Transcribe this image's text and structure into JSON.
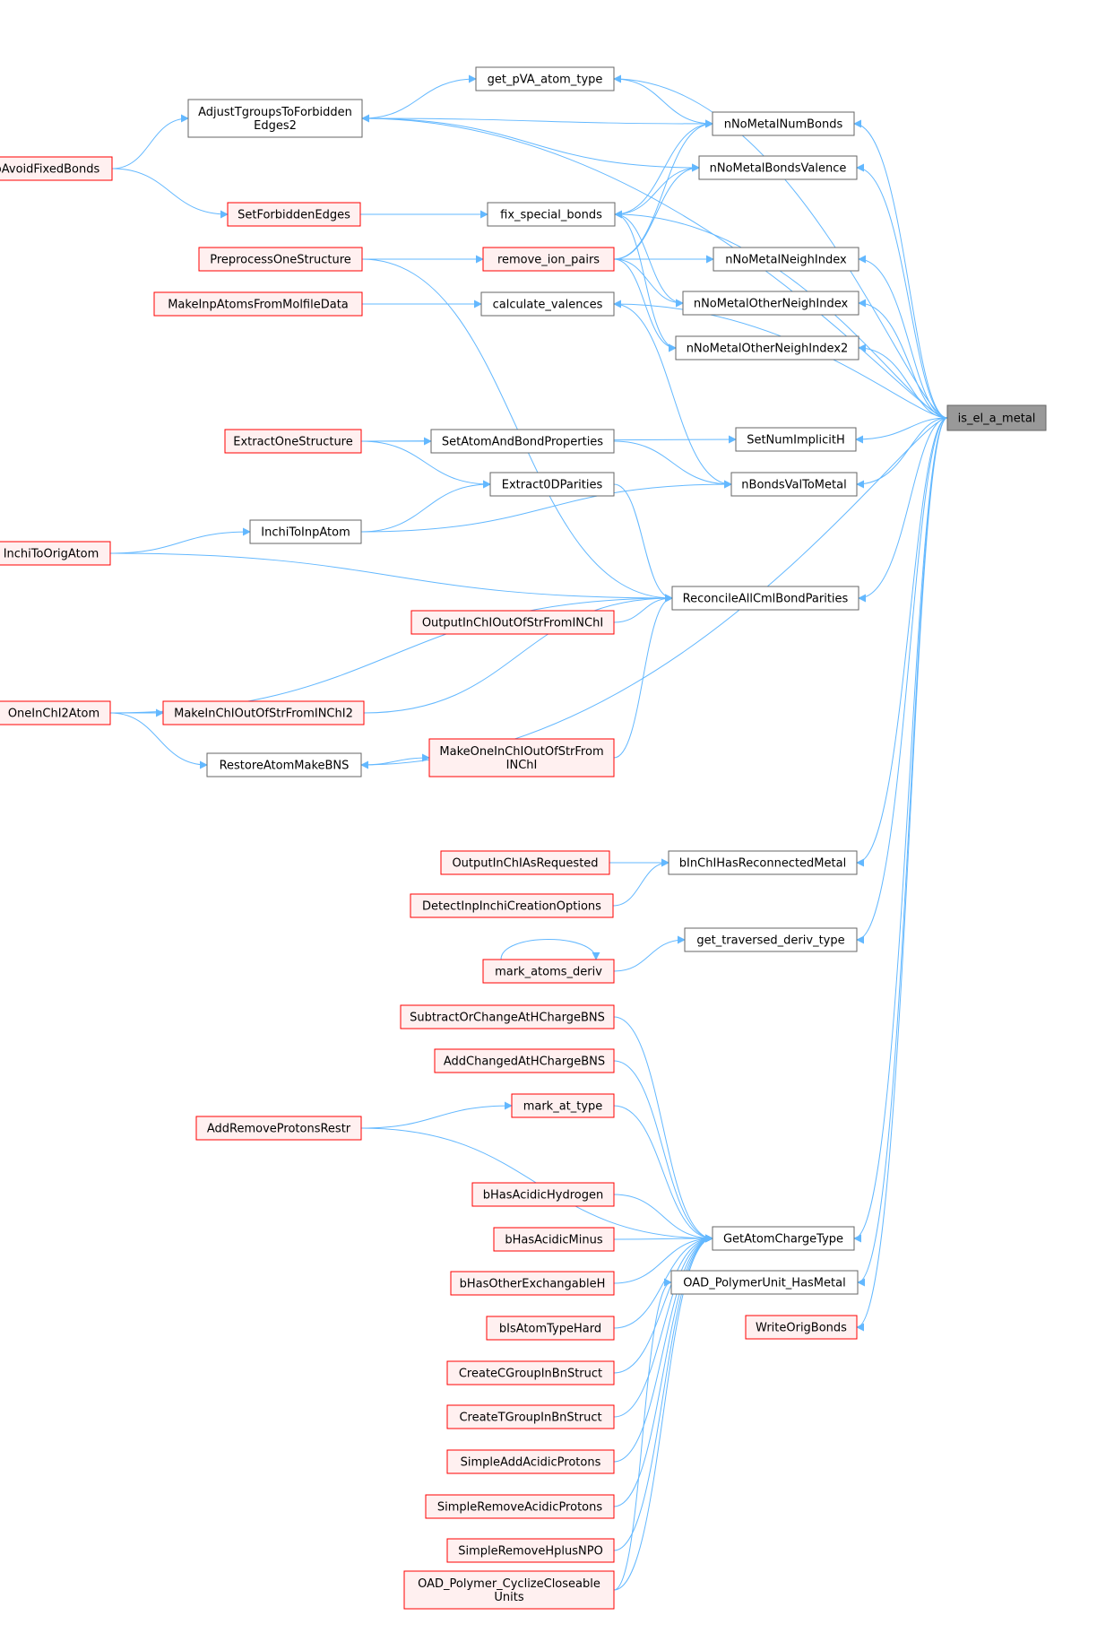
{
  "colors": {
    "edge": "#63b8ff",
    "default_fill": "#ffffff",
    "default_stroke": "#666666",
    "truncated_fill": "#fff0f0",
    "truncated_stroke": "#ff0000",
    "target_fill": "#999999",
    "target_stroke": "#666666"
  },
  "nodes": [
    {
      "id": "target",
      "lines": [
        "is_el_a_metal"
      ],
      "style": "target"
    },
    {
      "id": "n_get_pVA",
      "lines": [
        "get_pVA_atom_type"
      ],
      "style": "default"
    },
    {
      "id": "n_adjust",
      "lines": [
        "AdjustTgroupsToForbidden",
        "Edges2"
      ],
      "style": "default"
    },
    {
      "id": "n_movemobile",
      "lines": [
        "MoveMobileHToAvoidFixedBonds"
      ],
      "style": "truncated"
    },
    {
      "id": "n_nonmetalnum",
      "lines": [
        "nNoMetalNumBonds"
      ],
      "style": "default"
    },
    {
      "id": "n_nonmetalval",
      "lines": [
        "nNoMetalBondsValence"
      ],
      "style": "default"
    },
    {
      "id": "n_fixspecial",
      "lines": [
        "fix_special_bonds"
      ],
      "style": "default"
    },
    {
      "id": "n_setforbidden",
      "lines": [
        "SetForbiddenEdges"
      ],
      "style": "truncated"
    },
    {
      "id": "n_removeion",
      "lines": [
        "remove_ion_pairs"
      ],
      "style": "truncated"
    },
    {
      "id": "n_preprocess",
      "lines": [
        "PreprocessOneStructure"
      ],
      "style": "truncated"
    },
    {
      "id": "n_nonmetalneigh",
      "lines": [
        "nNoMetalNeighIndex"
      ],
      "style": "default"
    },
    {
      "id": "n_nonmetalother",
      "lines": [
        "nNoMetalOtherNeighIndex"
      ],
      "style": "default"
    },
    {
      "id": "n_nonmetalother2",
      "lines": [
        "nNoMetalOtherNeighIndex2"
      ],
      "style": "default"
    },
    {
      "id": "n_calcval",
      "lines": [
        "calculate_valences"
      ],
      "style": "default"
    },
    {
      "id": "n_makeinp",
      "lines": [
        "MakeInpAtomsFromMolfileData"
      ],
      "style": "truncated"
    },
    {
      "id": "n_setnumimpl",
      "lines": [
        "SetNumImplicitH"
      ],
      "style": "default"
    },
    {
      "id": "n_extractone",
      "lines": [
        "ExtractOneStructure"
      ],
      "style": "truncated"
    },
    {
      "id": "n_setatombond",
      "lines": [
        "SetAtomAndBondProperties"
      ],
      "style": "default"
    },
    {
      "id": "n_nbondsval",
      "lines": [
        "nBondsValToMetal"
      ],
      "style": "default"
    },
    {
      "id": "n_extract0d",
      "lines": [
        "Extract0DParities"
      ],
      "style": "default"
    },
    {
      "id": "n_inchitoinp",
      "lines": [
        "InchiToInpAtom"
      ],
      "style": "default"
    },
    {
      "id": "n_inchitoorig",
      "lines": [
        "InchiToOrigAtom"
      ],
      "style": "truncated"
    },
    {
      "id": "n_reconcile",
      "lines": [
        "ReconcileAllCmlBondParities"
      ],
      "style": "default"
    },
    {
      "id": "n_outputinchiout",
      "lines": [
        "OutputInChIOutOfStrFromINChI"
      ],
      "style": "truncated"
    },
    {
      "id": "n_oneinchi2atom",
      "lines": [
        "OneInChI2Atom"
      ],
      "style": "truncated"
    },
    {
      "id": "n_makeinchiout2",
      "lines": [
        "MakeInChIOutOfStrFromINChI2"
      ],
      "style": "truncated"
    },
    {
      "id": "n_restoreatom",
      "lines": [
        "RestoreAtomMakeBNS"
      ],
      "style": "default"
    },
    {
      "id": "n_makeoneinchi",
      "lines": [
        "MakeOneInChIOutOfStrFrom",
        "INChI"
      ],
      "style": "truncated"
    },
    {
      "id": "n_binchihas",
      "lines": [
        "bInChIHasReconnectedMetal"
      ],
      "style": "default"
    },
    {
      "id": "n_outputinchias",
      "lines": [
        "OutputInChIAsRequested"
      ],
      "style": "truncated"
    },
    {
      "id": "n_detectinp",
      "lines": [
        "DetectInpInchiCreationOptions"
      ],
      "style": "truncated"
    },
    {
      "id": "n_gettraversed",
      "lines": [
        "get_traversed_deriv_type"
      ],
      "style": "default"
    },
    {
      "id": "n_markatoms",
      "lines": [
        "mark_atoms_deriv"
      ],
      "style": "truncated"
    },
    {
      "id": "n_subtract",
      "lines": [
        "SubtractOrChangeAtHChargeBNS"
      ],
      "style": "truncated"
    },
    {
      "id": "n_addchanged",
      "lines": [
        "AddChangedAtHChargeBNS"
      ],
      "style": "truncated"
    },
    {
      "id": "n_markattype",
      "lines": [
        "mark_at_type"
      ],
      "style": "truncated"
    },
    {
      "id": "n_addremove",
      "lines": [
        "AddRemoveProtonsRestr"
      ],
      "style": "truncated"
    },
    {
      "id": "n_bhasacidich",
      "lines": [
        "bHasAcidicHydrogen"
      ],
      "style": "truncated"
    },
    {
      "id": "n_bhasacidicm",
      "lines": [
        "bHasAcidicMinus"
      ],
      "style": "truncated"
    },
    {
      "id": "n_getatomcharge",
      "lines": [
        "GetAtomChargeType"
      ],
      "style": "default"
    },
    {
      "id": "n_bhasother",
      "lines": [
        "bHasOtherExchangableH"
      ],
      "style": "truncated"
    },
    {
      "id": "n_oadpolyhas",
      "lines": [
        "OAD_PolymerUnit_HasMetal"
      ],
      "style": "default"
    },
    {
      "id": "n_bisatom",
      "lines": [
        "bIsAtomTypeHard"
      ],
      "style": "truncated"
    },
    {
      "id": "n_writeorig",
      "lines": [
        "WriteOrigBonds"
      ],
      "style": "truncated"
    },
    {
      "id": "n_createc",
      "lines": [
        "CreateCGroupInBnStruct"
      ],
      "style": "truncated"
    },
    {
      "id": "n_createt",
      "lines": [
        "CreateTGroupInBnStruct"
      ],
      "style": "truncated"
    },
    {
      "id": "n_simpleadd",
      "lines": [
        "SimpleAddAcidicProtons"
      ],
      "style": "truncated"
    },
    {
      "id": "n_simpleremoveacid",
      "lines": [
        "SimpleRemoveAcidicProtons"
      ],
      "style": "truncated"
    },
    {
      "id": "n_simpleremoveh",
      "lines": [
        "SimpleRemoveHplusNPO"
      ],
      "style": "truncated"
    },
    {
      "id": "n_oadcyclize",
      "lines": [
        "OAD_Polymer_CyclizeCloseable",
        "Units"
      ],
      "style": "truncated"
    }
  ],
  "edges": [
    [
      "n_get_pVA",
      "target"
    ],
    [
      "n_adjust",
      "target"
    ],
    [
      "n_nonmetalnum",
      "target"
    ],
    [
      "n_nonmetalval",
      "target"
    ],
    [
      "n_fixspecial",
      "target"
    ],
    [
      "n_nonmetalneigh",
      "target"
    ],
    [
      "n_nonmetalother",
      "target"
    ],
    [
      "n_nonmetalother2",
      "target"
    ],
    [
      "n_calcval",
      "target"
    ],
    [
      "n_setnumimpl",
      "target"
    ],
    [
      "n_nbondsval",
      "target"
    ],
    [
      "n_reconcile",
      "target"
    ],
    [
      "n_restoreatom",
      "target"
    ],
    [
      "n_binchihas",
      "target"
    ],
    [
      "n_gettraversed",
      "target"
    ],
    [
      "n_getatomcharge",
      "target"
    ],
    [
      "n_oadpolyhas",
      "target"
    ],
    [
      "n_writeorig",
      "target"
    ],
    [
      "n_get_pVA",
      "n_adjust"
    ],
    [
      "n_adjust",
      "n_movemobile"
    ],
    [
      "n_nonmetalnum",
      "n_get_pVA"
    ],
    [
      "n_nonmetalnum",
      "n_adjust"
    ],
    [
      "n_nonmetalnum",
      "n_fixspecial"
    ],
    [
      "n_nonmetalnum",
      "n_removeion"
    ],
    [
      "n_nonmetalval",
      "n_adjust"
    ],
    [
      "n_nonmetalval",
      "n_fixspecial"
    ],
    [
      "n_nonmetalval",
      "n_removeion"
    ],
    [
      "n_fixspecial",
      "n_setforbidden"
    ],
    [
      "n_setforbidden",
      "n_movemobile"
    ],
    [
      "n_removeion",
      "n_preprocess"
    ],
    [
      "n_nonmetalneigh",
      "n_removeion"
    ],
    [
      "n_nonmetalother",
      "n_fixspecial"
    ],
    [
      "n_nonmetalother",
      "n_removeion"
    ],
    [
      "n_nonmetalother2",
      "n_fixspecial"
    ],
    [
      "n_nonmetalother2",
      "n_removeion"
    ],
    [
      "n_calcval",
      "n_makeinp"
    ],
    [
      "n_setnumimpl",
      "n_extractone"
    ],
    [
      "n_setatombond",
      "n_extractone"
    ],
    [
      "n_nbondsval",
      "n_setatombond"
    ],
    [
      "n_nbondsval",
      "n_calcval"
    ],
    [
      "n_nbondsval",
      "n_inchitoinp"
    ],
    [
      "n_extract0d",
      "n_extractone"
    ],
    [
      "n_extract0d",
      "n_inchitoinp"
    ],
    [
      "n_inchitoinp",
      "n_inchitoorig"
    ],
    [
      "n_reconcile",
      "n_extract0d"
    ],
    [
      "n_reconcile",
      "n_preprocess"
    ],
    [
      "n_reconcile",
      "n_inchitoorig"
    ],
    [
      "n_reconcile",
      "n_outputinchiout"
    ],
    [
      "n_reconcile",
      "n_oneinchi2atom"
    ],
    [
      "n_reconcile",
      "n_makeinchiout2"
    ],
    [
      "n_reconcile",
      "n_makeoneinchi"
    ],
    [
      "n_makeinchiout2",
      "n_oneinchi2atom"
    ],
    [
      "n_restoreatom",
      "n_oneinchi2atom"
    ],
    [
      "n_makeoneinchi",
      "n_restoreatom"
    ],
    [
      "n_binchihas",
      "n_outputinchias"
    ],
    [
      "n_binchihas",
      "n_detectinp"
    ],
    [
      "n_gettraversed",
      "n_markatoms"
    ],
    [
      "n_markatoms",
      "n_markatoms"
    ],
    [
      "n_markattype",
      "n_addremove"
    ],
    [
      "n_getatomcharge",
      "n_subtract"
    ],
    [
      "n_getatomcharge",
      "n_addchanged"
    ],
    [
      "n_getatomcharge",
      "n_markattype"
    ],
    [
      "n_getatomcharge",
      "n_addremove"
    ],
    [
      "n_getatomcharge",
      "n_bhasacidich"
    ],
    [
      "n_getatomcharge",
      "n_bhasacidicm"
    ],
    [
      "n_getatomcharge",
      "n_bhasother"
    ],
    [
      "n_getatomcharge",
      "n_bisatom"
    ],
    [
      "n_getatomcharge",
      "n_createc"
    ],
    [
      "n_getatomcharge",
      "n_createt"
    ],
    [
      "n_getatomcharge",
      "n_simpleadd"
    ],
    [
      "n_getatomcharge",
      "n_simpleremoveacid"
    ],
    [
      "n_getatomcharge",
      "n_simpleremoveh"
    ],
    [
      "n_getatomcharge",
      "n_oadcyclize"
    ],
    [
      "n_oadpolyhas",
      "n_oadcyclize"
    ]
  ]
}
